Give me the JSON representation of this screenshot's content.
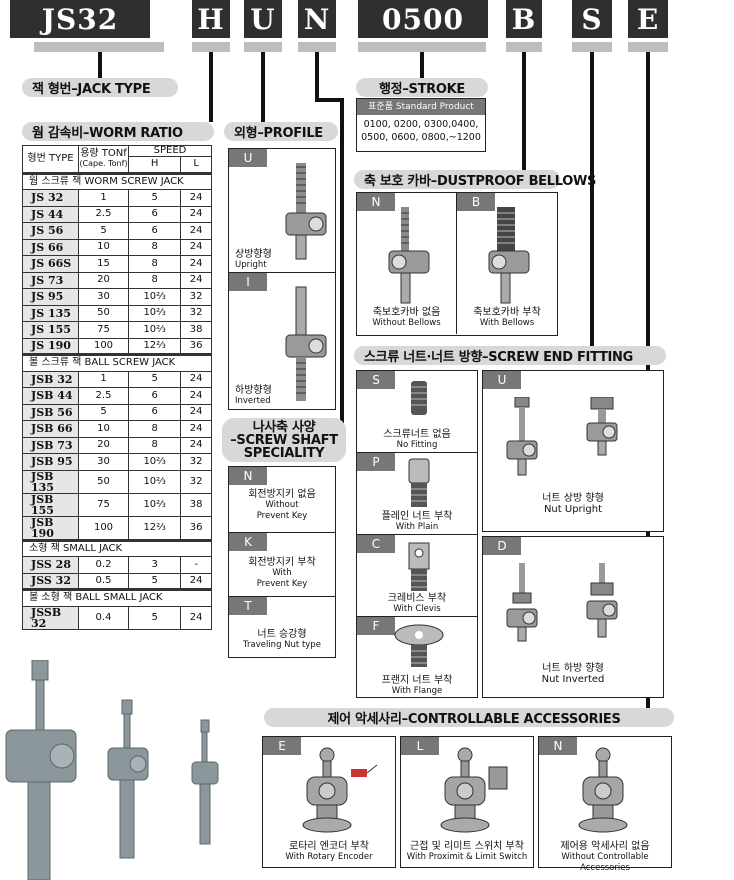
{
  "codes": [
    "JS32",
    "H",
    "U",
    "N",
    "0500",
    "B",
    "S",
    "E"
  ],
  "labels": {
    "jack_type": "잭 형번–JACK TYPE",
    "worm_ratio": "웜 감속비–WORM RATIO",
    "profile": "외형–PROFILE",
    "stroke": "행정–STROKE",
    "bellows": "축 보호 카바–DUSTPROOF BELLOWS",
    "fitting": "스크류 너트·너트 방향–SCREW END FITTING",
    "speciality": "나사축 사양\n–SCREW SHAFT\nSPECIALITY",
    "accessories": "제어 악세사리–CONTROLLABLE ACCESSORIES"
  },
  "table": {
    "h_type": "형번 TYPE",
    "h_cap": "용량 TONf",
    "h_cap2": "(Cape. Tonf)",
    "h_speed": "SPEED",
    "h_h": "H",
    "h_l": "L",
    "sections": [
      {
        "title": "웜 스크류 잭 WORM SCREW JACK",
        "rows": [
          [
            "JS 32",
            "1",
            "5",
            "24"
          ],
          [
            "JS 44",
            "2.5",
            "6",
            "24"
          ],
          [
            "JS 56",
            "5",
            "6",
            "24"
          ],
          [
            "JS 66",
            "10",
            "8",
            "24"
          ],
          [
            "JS 66S",
            "15",
            "8",
            "24"
          ],
          [
            "JS 73",
            "20",
            "8",
            "24"
          ],
          [
            "JS 95",
            "30",
            "10⅔",
            "32"
          ],
          [
            "JS 135",
            "50",
            "10⅔",
            "32"
          ],
          [
            "JS 155",
            "75",
            "10⅔",
            "38"
          ],
          [
            "JS 190",
            "100",
            "12⅔",
            "36"
          ]
        ]
      },
      {
        "title": "볼 스크류 잭 BALL SCREW JACK",
        "rows": [
          [
            "JSB 32",
            "1",
            "5",
            "24"
          ],
          [
            "JSB 44",
            "2.5",
            "6",
            "24"
          ],
          [
            "JSB 56",
            "5",
            "6",
            "24"
          ],
          [
            "JSB 66",
            "10",
            "8",
            "24"
          ],
          [
            "JSB 73",
            "20",
            "8",
            "24"
          ],
          [
            "JSB 95",
            "30",
            "10⅔",
            "32"
          ],
          [
            "JSB 135",
            "50",
            "10⅔",
            "32"
          ],
          [
            "JSB 155",
            "75",
            "10⅔",
            "38"
          ],
          [
            "JSB 190",
            "100",
            "12⅔",
            "36"
          ]
        ]
      },
      {
        "title": "소형 잭 SMALL  JACK",
        "rows": [
          [
            "JSS 28",
            "0.2",
            "3",
            "-"
          ],
          [
            "JSS 32",
            "0.5",
            "5",
            "24"
          ]
        ]
      },
      {
        "title": "볼 소형 잭 BALL SMALL  JACK",
        "rows": [
          [
            "JSSB 32",
            "0.4",
            "5",
            "24"
          ]
        ]
      }
    ]
  },
  "stroke": {
    "header": "표준품 Standard  Product",
    "values": "0100, 0200, 0300,0400,\n0500, 0600, 0800,~1200"
  },
  "profile": [
    {
      "tag": "U",
      "ko": "상방향형",
      "en": "Upright"
    },
    {
      "tag": "I",
      "ko": "하방향형",
      "en": "Inverted"
    }
  ],
  "bellows": [
    {
      "tag": "N",
      "ko": "축보호카바 없음",
      "en": "Without Bellows"
    },
    {
      "tag": "B",
      "ko": "축보호카바 부착",
      "en": "With Bellows"
    }
  ],
  "speciality": [
    {
      "tag": "N",
      "ko": "회전방지키 없음",
      "en": "Without\nPrevent Key"
    },
    {
      "tag": "K",
      "ko": "회전방지키 부착",
      "en": "With\nPrevent Key"
    },
    {
      "tag": "T",
      "ko": "너트 승강형",
      "en": "Traveling Nut type"
    }
  ],
  "fitting": [
    {
      "tag": "S",
      "ko": "스크류너트 없음",
      "en": "No Fitting"
    },
    {
      "tag": "P",
      "ko": "플레인 너트 부착",
      "en": "With Plain"
    },
    {
      "tag": "C",
      "ko": "크레비스 부착",
      "en": "With Clevis"
    },
    {
      "tag": "F",
      "ko": "프랜지 너트 부착",
      "en": "With Flange"
    }
  ],
  "direction": [
    {
      "tag": "U",
      "ko": "너트 상방 향형",
      "en": "Nut Upright"
    },
    {
      "tag": "D",
      "ko": "너트 하방 향형",
      "en": "Nut Inverted"
    }
  ],
  "accessories": [
    {
      "tag": "E",
      "ko": "로타리 엔코더 부착",
      "en": "With Rotary Encoder"
    },
    {
      "tag": "L",
      "ko": "근접 및 리미트 스위치 부착",
      "en": "With Proximit & Limit Switch"
    },
    {
      "tag": "N",
      "ko": "제어용 악세사리 없음",
      "en": "Without Controllable Accessories"
    }
  ]
}
